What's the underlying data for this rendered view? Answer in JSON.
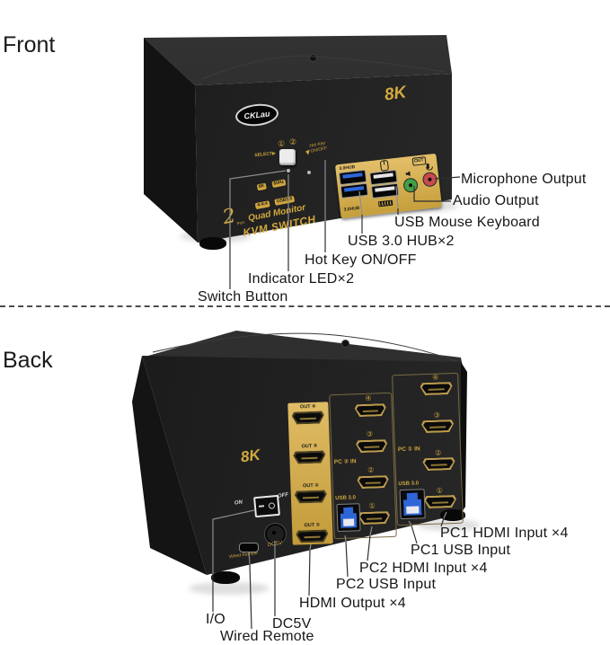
{
  "colors": {
    "gold": "#cfa63e",
    "usb_blue": "#2e66d8",
    "audio_green": "#44a046",
    "mic_red": "#c64a50"
  },
  "front": {
    "title": "Front",
    "device": {
      "logo_text": "CKLau",
      "resolution_badge": "8K",
      "indicator_1": "①",
      "indicator_2": "②",
      "select_label": "SELECT▶",
      "hotkey_line1": "Hot Key",
      "hotkey_line2": "ON/OFF",
      "spec_badges": [
        "8K",
        "60Hz",
        "4:4:4",
        "USB3.0"
      ],
      "brand_line1": "Quad Monitor",
      "brand_line2": "KVM SWITCH",
      "brand_number": "2",
      "brand_number_suffix": "Port",
      "hub_label_top": "3.0HUB",
      "hub_label_bottom": "3.0HUB",
      "out_badge": "OUT"
    },
    "callouts": {
      "microphone_output": "Microphone Output",
      "audio_output": "Audio Output",
      "usb_mouse_keyboard": "USB Mouse Keyboard",
      "usb_hub": "USB 3.0 HUB×2",
      "hot_key": "Hot Key ON/OFF",
      "indicator_led": "Indicator LED×2",
      "switch_button": "Switch Button"
    }
  },
  "back": {
    "title": "Back",
    "device": {
      "resolution_badge": "8K",
      "power_on_label": "ON",
      "power_off_label": "OFF",
      "out_port_labels": [
        "OUT ④",
        "OUT ③",
        "OUT ②",
        "OUT ①"
      ],
      "pc2_section_label": "PC ② IN",
      "pc1_section_label": "PC ① IN",
      "pc2_usb_label": "USB 3.0",
      "pc1_usb_label": "USB 3.0",
      "pc2_port_numbers": [
        "④",
        "③",
        "②",
        "①"
      ],
      "pc1_port_numbers": [
        "④",
        "③",
        "②",
        "①"
      ],
      "wired_remote_label": "Wired Remote",
      "dc_power_label": "DC5V"
    },
    "callouts": {
      "pc1_hdmi": "PC1 HDMI Input ×4",
      "pc1_usb": "PC1 USB Input",
      "pc2_hdmi": "PC2 HDMI Input ×4",
      "pc2_usb": "PC2 USB Input",
      "hdmi_output": "HDMI Output ×4",
      "io": "I/O",
      "dc5v": "DC5V",
      "wired_remote": "Wired Remote"
    }
  }
}
